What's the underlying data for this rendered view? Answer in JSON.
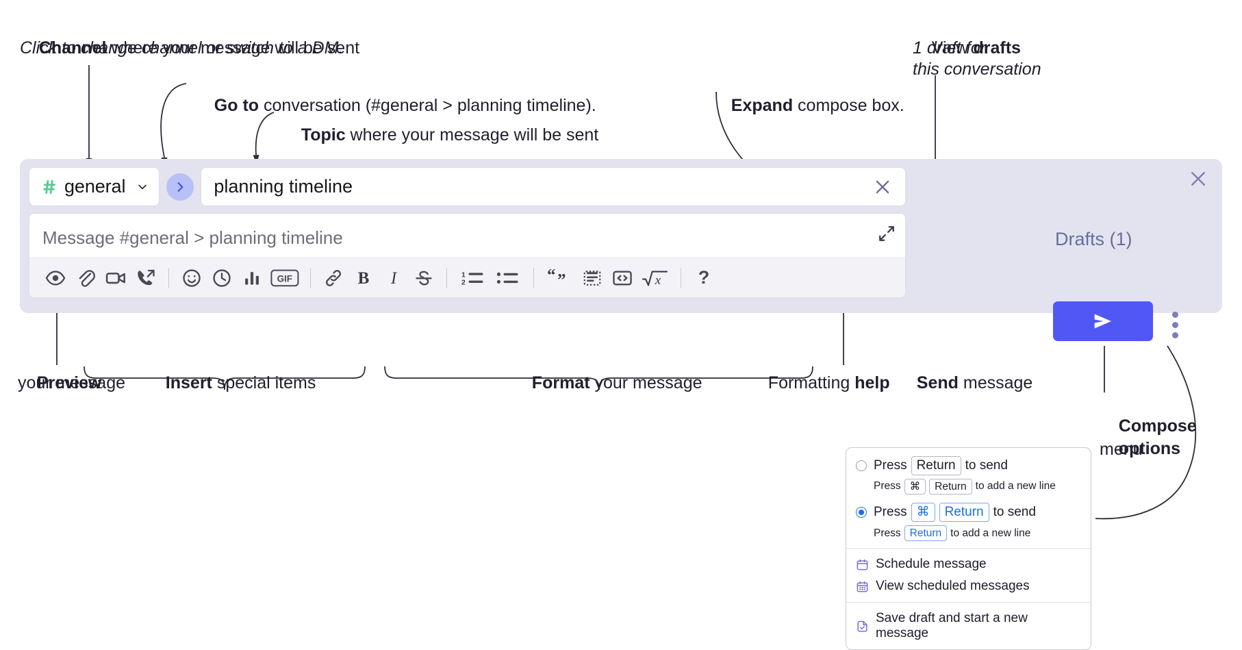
{
  "annotations": {
    "channel": {
      "bold": "Channel",
      "rest": " where your message will be sent",
      "sub": "Click to change channel or switch to a DM."
    },
    "goto": {
      "bold": "Go to",
      "rest": " conversation (#general > planning timeline)."
    },
    "topic": {
      "bold": "Topic",
      "rest": " where your message will be sent"
    },
    "expand": {
      "bold": "Expand",
      "rest": " compose box."
    },
    "drafts": {
      "lead": "View ",
      "bold": "drafts",
      "sub1": "1 draft for",
      "sub2": "this conversation"
    },
    "preview": {
      "bold": "Preview",
      "sub": "your message"
    },
    "insert": {
      "bold": "Insert",
      "rest": " special items"
    },
    "format": {
      "bold": "Format",
      "rest": " your message"
    },
    "help": {
      "lead": "Formatting ",
      "bold": "help"
    },
    "send": {
      "bold": "Send",
      "rest": " message"
    },
    "compose_options": {
      "bold1": "Compose",
      "bold2": "options",
      "rest": "menu"
    }
  },
  "compose": {
    "channel_label": "general",
    "topic_value": "planning timeline",
    "message_placeholder": "Message #general > planning timeline",
    "drafts_label": "Drafts (1)",
    "toolbar_help": "?",
    "gif_label": "GIF",
    "toolbar_items": [
      "preview-icon",
      "attachment-icon",
      "video-icon",
      "audio-clip-icon",
      "emoji-icon",
      "clock-icon",
      "poll-icon",
      "gif-icon",
      "link-icon",
      "bold-icon",
      "italic-icon",
      "strikethrough-icon",
      "ordered-list-icon",
      "bulleted-list-icon",
      "blockquote-icon",
      "code-block-icon",
      "code-icon",
      "math-icon",
      "help-icon"
    ]
  },
  "options_menu": {
    "option1": {
      "press": "Press",
      "key": "Return",
      "tail": "to send",
      "sub_press": "Press",
      "sub_key1": "⌘",
      "sub_key2": "Return",
      "sub_tail": "to add a new line",
      "selected": false
    },
    "option2": {
      "press": "Press",
      "key1": "⌘",
      "key2": "Return",
      "tail": "to send",
      "sub_press": "Press",
      "sub_key": "Return",
      "sub_tail": "to add a new line",
      "selected": true
    },
    "items": [
      {
        "label": "Schedule message",
        "icon": "calendar-icon"
      },
      {
        "label": "View scheduled messages",
        "icon": "calendar-grid-icon"
      },
      {
        "label": "Save draft and start a new message",
        "icon": "draft-check-icon"
      }
    ]
  },
  "colors": {
    "panel_bg": "#e2e3ef",
    "send_button": "#5157f5",
    "goto_button": "#b9c0f7",
    "hash_green": "#5bc98f",
    "drafts_text": "#6a6d9e",
    "accent_blue": "#1a6ee8",
    "menu_icon_purple": "#7b6bd6"
  }
}
